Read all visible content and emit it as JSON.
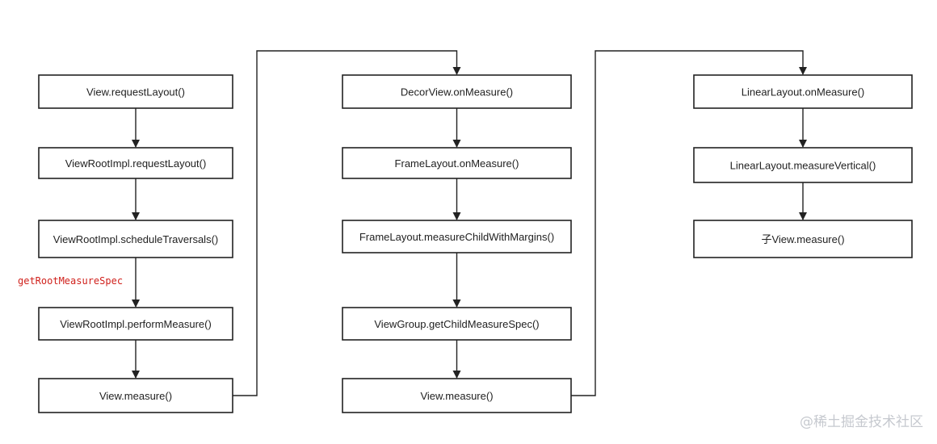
{
  "columns": [
    {
      "nodes": [
        "View.requestLayout()",
        "ViewRootImpl.requestLayout()",
        "ViewRootImpl.scheduleTraversals()",
        "ViewRootImpl.performMeasure()",
        "View.measure()"
      ]
    },
    {
      "nodes": [
        "DecorView.onMeasure()",
        "FrameLayout.onMeasure()",
        "FrameLayout.measureChildWithMargins()",
        "ViewGroup.getChildMeasureSpec()",
        "View.measure()"
      ]
    },
    {
      "nodes": [
        "LinearLayout.onMeasure()",
        "LinearLayout.measureVertical()",
        "子View.measure()"
      ]
    }
  ],
  "annotation": "getRootMeasureSpec",
  "watermark": "@稀土掘金技术社区",
  "colors": {
    "box_border": "#222222",
    "arrow": "#222222",
    "annotation": "#d0211c",
    "watermark": "#c6c9cf"
  }
}
